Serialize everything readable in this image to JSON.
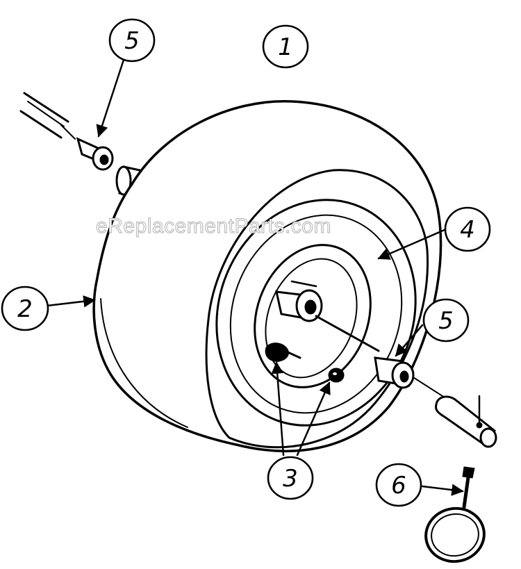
{
  "watermark": "eReplacementParts.com",
  "callouts": {
    "c1": "1",
    "c2": "2",
    "c3": "3",
    "c4": "4",
    "c5a": "5",
    "c5b": "5",
    "c6": "6"
  }
}
